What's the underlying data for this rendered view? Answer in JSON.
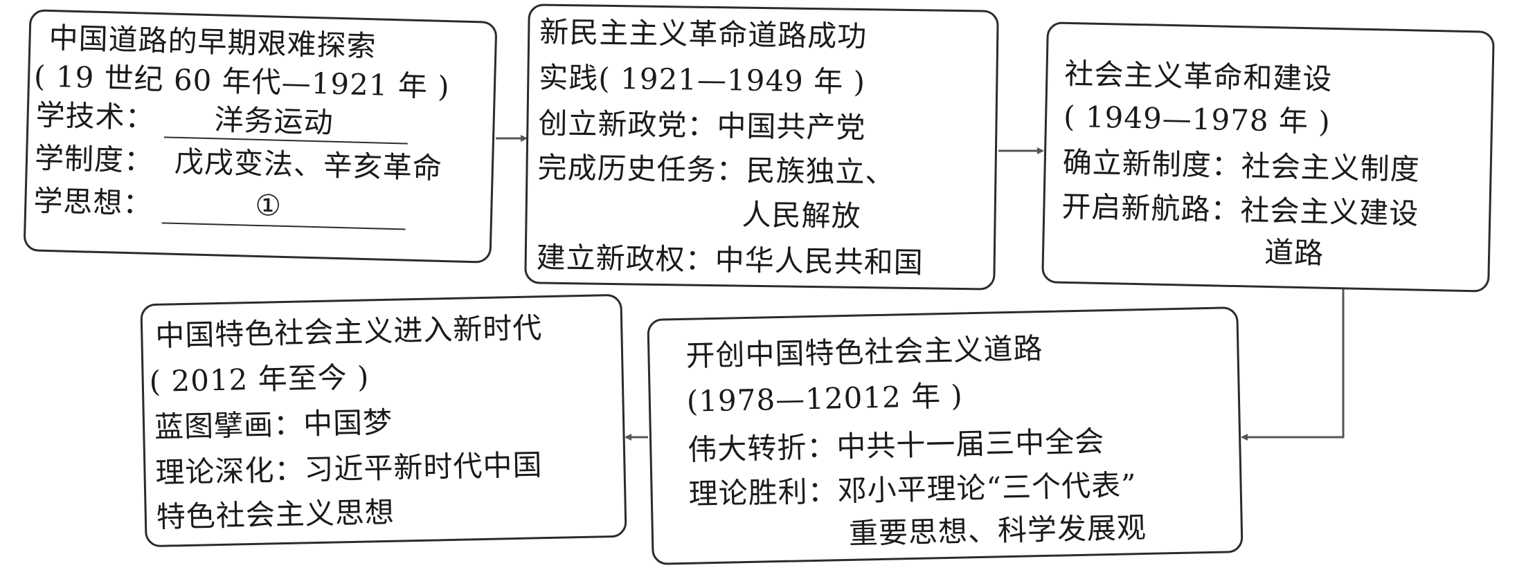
{
  "box1": {
    "title": "中国道路的早期艰难探索",
    "period": "( 19 世纪 60 年代—1921 年 )",
    "line1_label": "学技术：",
    "line1_value": "洋务运动",
    "line2_label": "学制度：",
    "line2_value": "戊戌变法、辛亥革命",
    "line3_label": "学思想：",
    "line3_value": "①"
  },
  "box2": {
    "title": "新民主主义革命道路成功",
    "period": "实践( 1921—1949 年 )",
    "line1": "创立新政党：中国共产党",
    "line2a": "完成历史任务：民族独立、",
    "line2b": "人民解放",
    "line3": "建立新政权：中华人民共和国"
  },
  "box3": {
    "title": "社会主义革命和建设",
    "period": "( 1949—1978 年 )",
    "line1": "确立新制度：社会主义制度",
    "line2a": "开启新航路：社会主义建设",
    "line2b": "道路"
  },
  "box4": {
    "title": "中国特色社会主义进入新时代",
    "period": "( 2012 年至今 )",
    "line1": "蓝图擘画：中国梦",
    "line2a": "理论深化：习近平新时代中国",
    "line2b": "特色社会主义思想"
  },
  "box5": {
    "title": "开创中国特色社会主义道路",
    "period": "(1978—12012 年 )",
    "line1": "伟大转折：中共十一届三中全会",
    "line2a": "理论胜利：邓小平理论“三个代表”",
    "line2b": "重要思想、科学发展观"
  },
  "colors": {
    "stroke": "#2b2b2b",
    "arrow": "#555555"
  }
}
